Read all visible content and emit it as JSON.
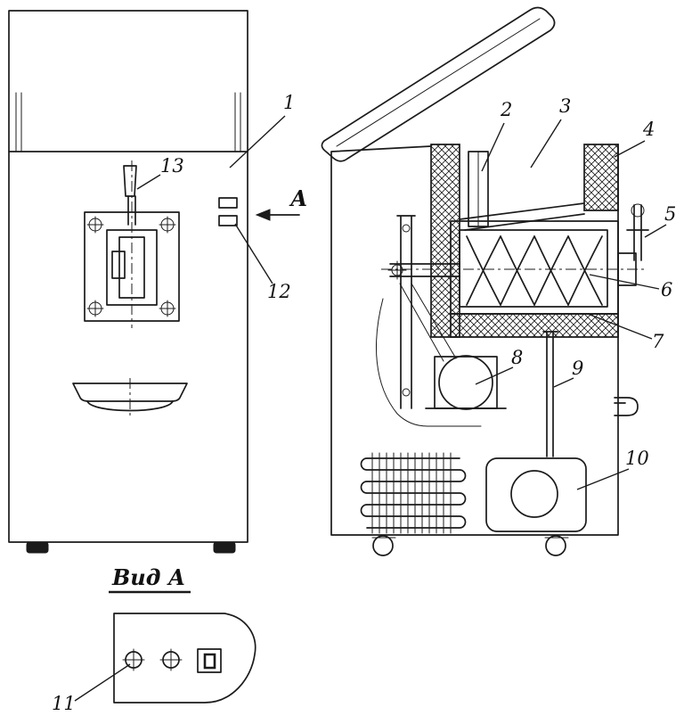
{
  "figure": {
    "type": "technical-line-drawing",
    "subject": "Soft ice-cream freezer machine: front view, side cutaway view and detail view A",
    "colors": {
      "background": "#ffffff",
      "ink": "#1b1b1b"
    }
  },
  "texts": {
    "view_arrow_label": "А",
    "detail_view_title": "Вид А"
  },
  "callouts": [
    {
      "id": 1,
      "label": "1"
    },
    {
      "id": 2,
      "label": "2"
    },
    {
      "id": 3,
      "label": "3"
    },
    {
      "id": 4,
      "label": "4"
    },
    {
      "id": 5,
      "label": "5"
    },
    {
      "id": 6,
      "label": "6"
    },
    {
      "id": 7,
      "label": "7"
    },
    {
      "id": 8,
      "label": "8"
    },
    {
      "id": 9,
      "label": "9"
    },
    {
      "id": 10,
      "label": "10"
    },
    {
      "id": 11,
      "label": "11"
    },
    {
      "id": 12,
      "label": "12"
    },
    {
      "id": 13,
      "label": "13"
    }
  ]
}
